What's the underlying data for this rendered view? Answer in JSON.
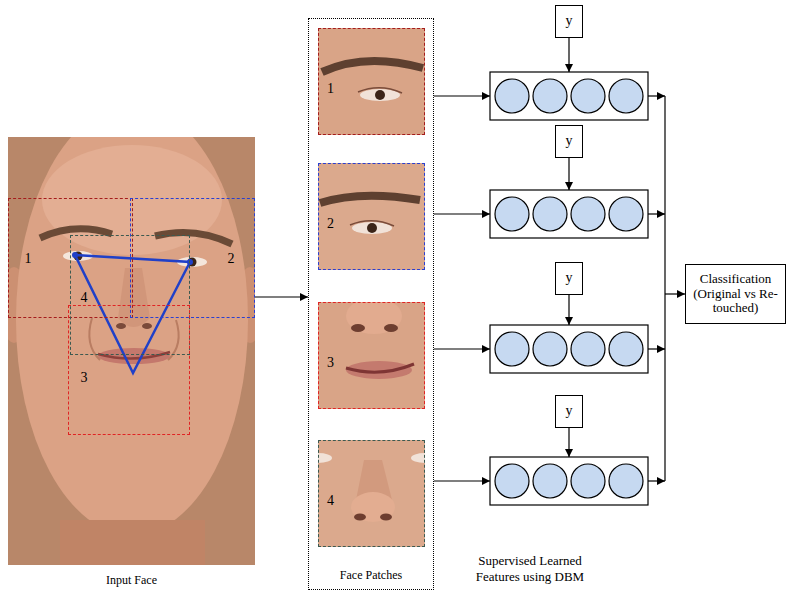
{
  "diagram": {
    "nodes": [
      {
        "text": [
          "Input Face"
        ]
      },
      {
        "text": [
          "1"
        ],
        "in": 0
      },
      {
        "text": [
          "2"
        ],
        "in": 0
      },
      {
        "text": [
          "4"
        ],
        "in": 0
      },
      {
        "text": [
          "3"
        ],
        "in": 0
      },
      {
        "text": [
          "Face Patches"
        ]
      },
      {
        "text": [
          "1"
        ],
        "in": 5
      },
      {
        "text": [
          "2"
        ],
        "in": 5
      },
      {
        "text": [
          "3"
        ],
        "in": 5
      },
      {
        "text": [
          "4"
        ],
        "in": 5
      },
      {
        "text": [
          "y"
        ]
      },
      {
        "text": [
          "y"
        ]
      },
      {
        "text": [
          "y"
        ]
      },
      {
        "text": [
          "y"
        ]
      },
      {
        "text": [
          "Classification (Original vs Re-touched)"
        ]
      }
    ],
    "edges": [
      {
        "from": 0,
        "to": 5,
        "arrow": "to"
      }
    ],
    "labels": [
      "Supervised Learned Features using DBM"
    ]
  }
}
